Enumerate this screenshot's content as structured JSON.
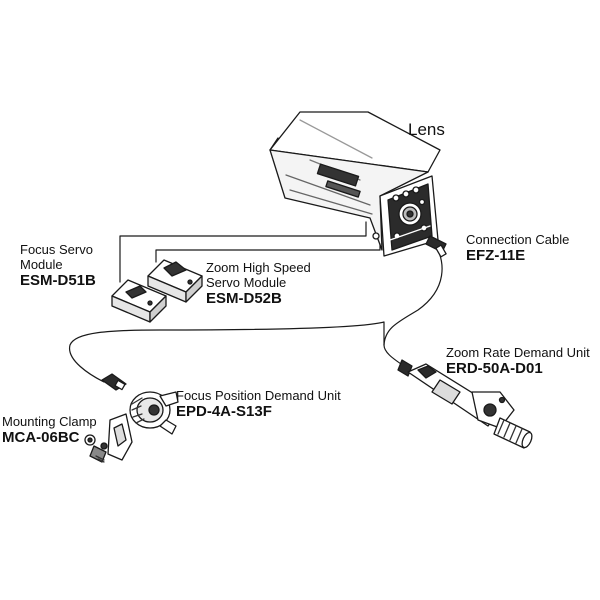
{
  "lens": {
    "label": "Lens"
  },
  "components": [
    {
      "id": "connection-cable",
      "name": "Connection Cable",
      "code": "EFZ-11E"
    },
    {
      "id": "focus-servo",
      "name": [
        "Focus Servo",
        "Module"
      ],
      "code": "ESM-D51B"
    },
    {
      "id": "zoom-servo",
      "name": [
        "Zoom High Speed",
        "Servo Module"
      ],
      "code": "ESM-D52B"
    },
    {
      "id": "zoom-demand",
      "name": "Zoom Rate Demand Unit",
      "code": "ERD-50A-D01"
    },
    {
      "id": "focus-demand",
      "name": "Focus Position Demand Unit",
      "code": "EPD-4A-S13F"
    },
    {
      "id": "mounting-clamp",
      "name": "Mounting Clamp",
      "code": "MCA-06BC"
    }
  ],
  "colors": {
    "line": "#1a1a1a",
    "body_fill": "#ffffff",
    "shade": "#9a9a9a",
    "dark": "#2b2b2b"
  }
}
